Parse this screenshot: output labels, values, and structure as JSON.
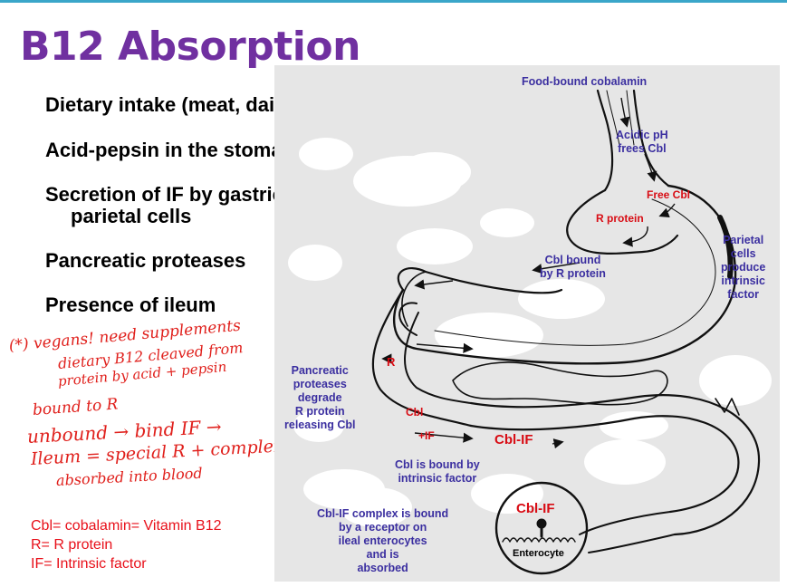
{
  "slide": {
    "title": "B12 Absorption",
    "bullets": [
      {
        "text": "Dietary intake (meat, dairy)"
      },
      {
        "text": "Acid-pepsin in the stomach"
      },
      {
        "text": "Secretion of IF by gastric",
        "continuation": "parietal cells"
      },
      {
        "text": "Pancreatic proteases"
      },
      {
        "text": "Presence of ileum"
      }
    ],
    "handwritten_notes": [
      "(*) vegans! need supplements",
      "dietary B12 cleaved from",
      "protein by acid + pepsin",
      "bound to R",
      "unbound → bind IF →",
      "Ileum = special R + complex",
      "absorbed into blood"
    ],
    "legend": [
      "Cbl= cobalamin= Vitamin B12",
      "R= R protein",
      "IF= Intrinsic factor"
    ]
  },
  "diagram": {
    "labels": {
      "food_bound": "Food-bound cobalamin",
      "acidic_ph": [
        "Acidic pH",
        "frees Cbl"
      ],
      "free_cbl": "Free Cbl",
      "r_protein": "R protein",
      "cbl_bound_r": [
        "Cbl bound",
        "by R protein"
      ],
      "parietal_cells": [
        "Parietal",
        "cells",
        "produce",
        "intrinsic",
        "factor"
      ],
      "pancreatic": [
        "Pancreatic",
        "proteases",
        "degrade",
        "R protein",
        "releasing Cbl"
      ],
      "r_marker": "R",
      "cbl_marker": "Cbl",
      "if_marker": "+IF",
      "cbl_if_duodenum": "Cbl-IF",
      "cbl_is_bound": [
        "Cbl is bound by",
        "intrinsic factor"
      ],
      "complex_bound": [
        "Cbl-IF complex is bound",
        "by a receptor on",
        "ileal enterocytes",
        "and is",
        "absorbed"
      ],
      "cbl_if_ileum": "Cbl-IF",
      "enterocyte": "Enterocyte"
    }
  },
  "colors": {
    "title": "#7030a0",
    "diagram_label": "#3b2fa0",
    "handwriting": "#e0201c",
    "legend": "#e8101a",
    "diagram_background": "#e6e6e6"
  }
}
